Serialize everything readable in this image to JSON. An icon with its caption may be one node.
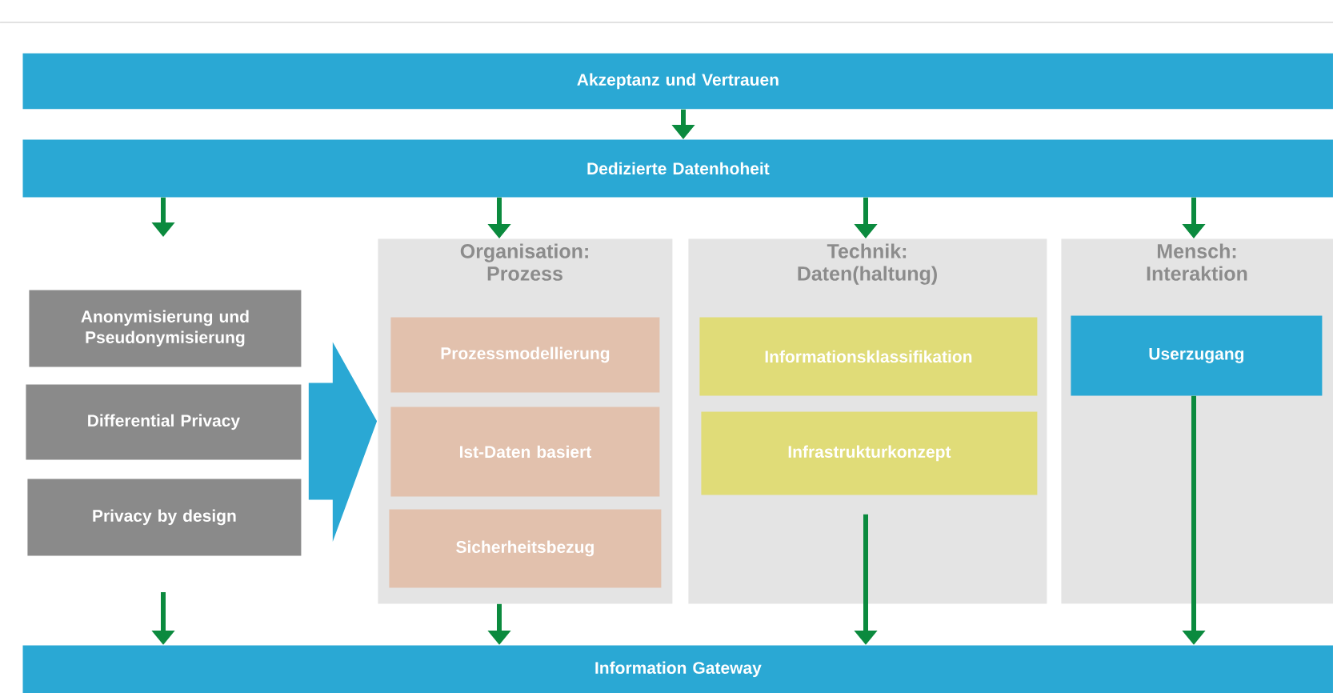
{
  "diagram": {
    "nodes": [
      {
        "text": [
          "Akzeptanz und Vertrauen"
        ]
      },
      {
        "text": [
          "Dedizierte Datenhoheit"
        ]
      },
      {
        "text": [
          "Anonymisierung und Pseudonymisierung"
        ]
      },
      {
        "text": [
          "Differential Privacy"
        ]
      },
      {
        "text": [
          "Privacy by design"
        ]
      },
      {
        "text": [
          "Organisation: Prozess"
        ]
      },
      {
        "text": [
          "Prozessmodellierung"
        ],
        "in": 5
      },
      {
        "text": [
          "Ist-Daten basiert"
        ],
        "in": 5
      },
      {
        "text": [
          "Sicherheitsbezug"
        ],
        "in": 5
      },
      {
        "text": [
          "Technik: Daten(haltung)"
        ]
      },
      {
        "text": [
          "Informationsklassifikation"
        ],
        "in": 9
      },
      {
        "text": [
          "Infrastrukturkonzept"
        ],
        "in": 9
      },
      {
        "text": [
          "Mensch: Interaktion"
        ]
      },
      {
        "text": [
          "Userzugang"
        ],
        "in": 12
      },
      {
        "text": [
          "Information Gateway"
        ]
      }
    ],
    "edges": [
      {
        "from": 0,
        "to": 1,
        "arrow": "to"
      },
      {
        "from": 1,
        "to": null,
        "arrow": "to"
      },
      {
        "from": 1,
        "to": 5,
        "arrow": "to"
      },
      {
        "from": 1,
        "to": 9,
        "arrow": "to"
      },
      {
        "from": 1,
        "to": 12,
        "arrow": "to"
      },
      {
        "from": 2,
        "to": 5,
        "arrow": "to",
        "style": "thick",
        "color": "#2aa8d4"
      },
      {
        "from": 3,
        "to": 5,
        "arrow": "to",
        "style": "thick",
        "color": "#2aa8d4"
      },
      {
        "from": 4,
        "to": 5,
        "arrow": "to",
        "style": "thick",
        "color": "#2aa8d4"
      },
      {
        "from": null,
        "to": 14,
        "arrow": "to"
      },
      {
        "from": 5,
        "to": 14,
        "arrow": "to"
      },
      {
        "from": 11,
        "to": 14,
        "arrow": "to"
      },
      {
        "from": 13,
        "to": 14,
        "arrow": "to"
      }
    ]
  }
}
